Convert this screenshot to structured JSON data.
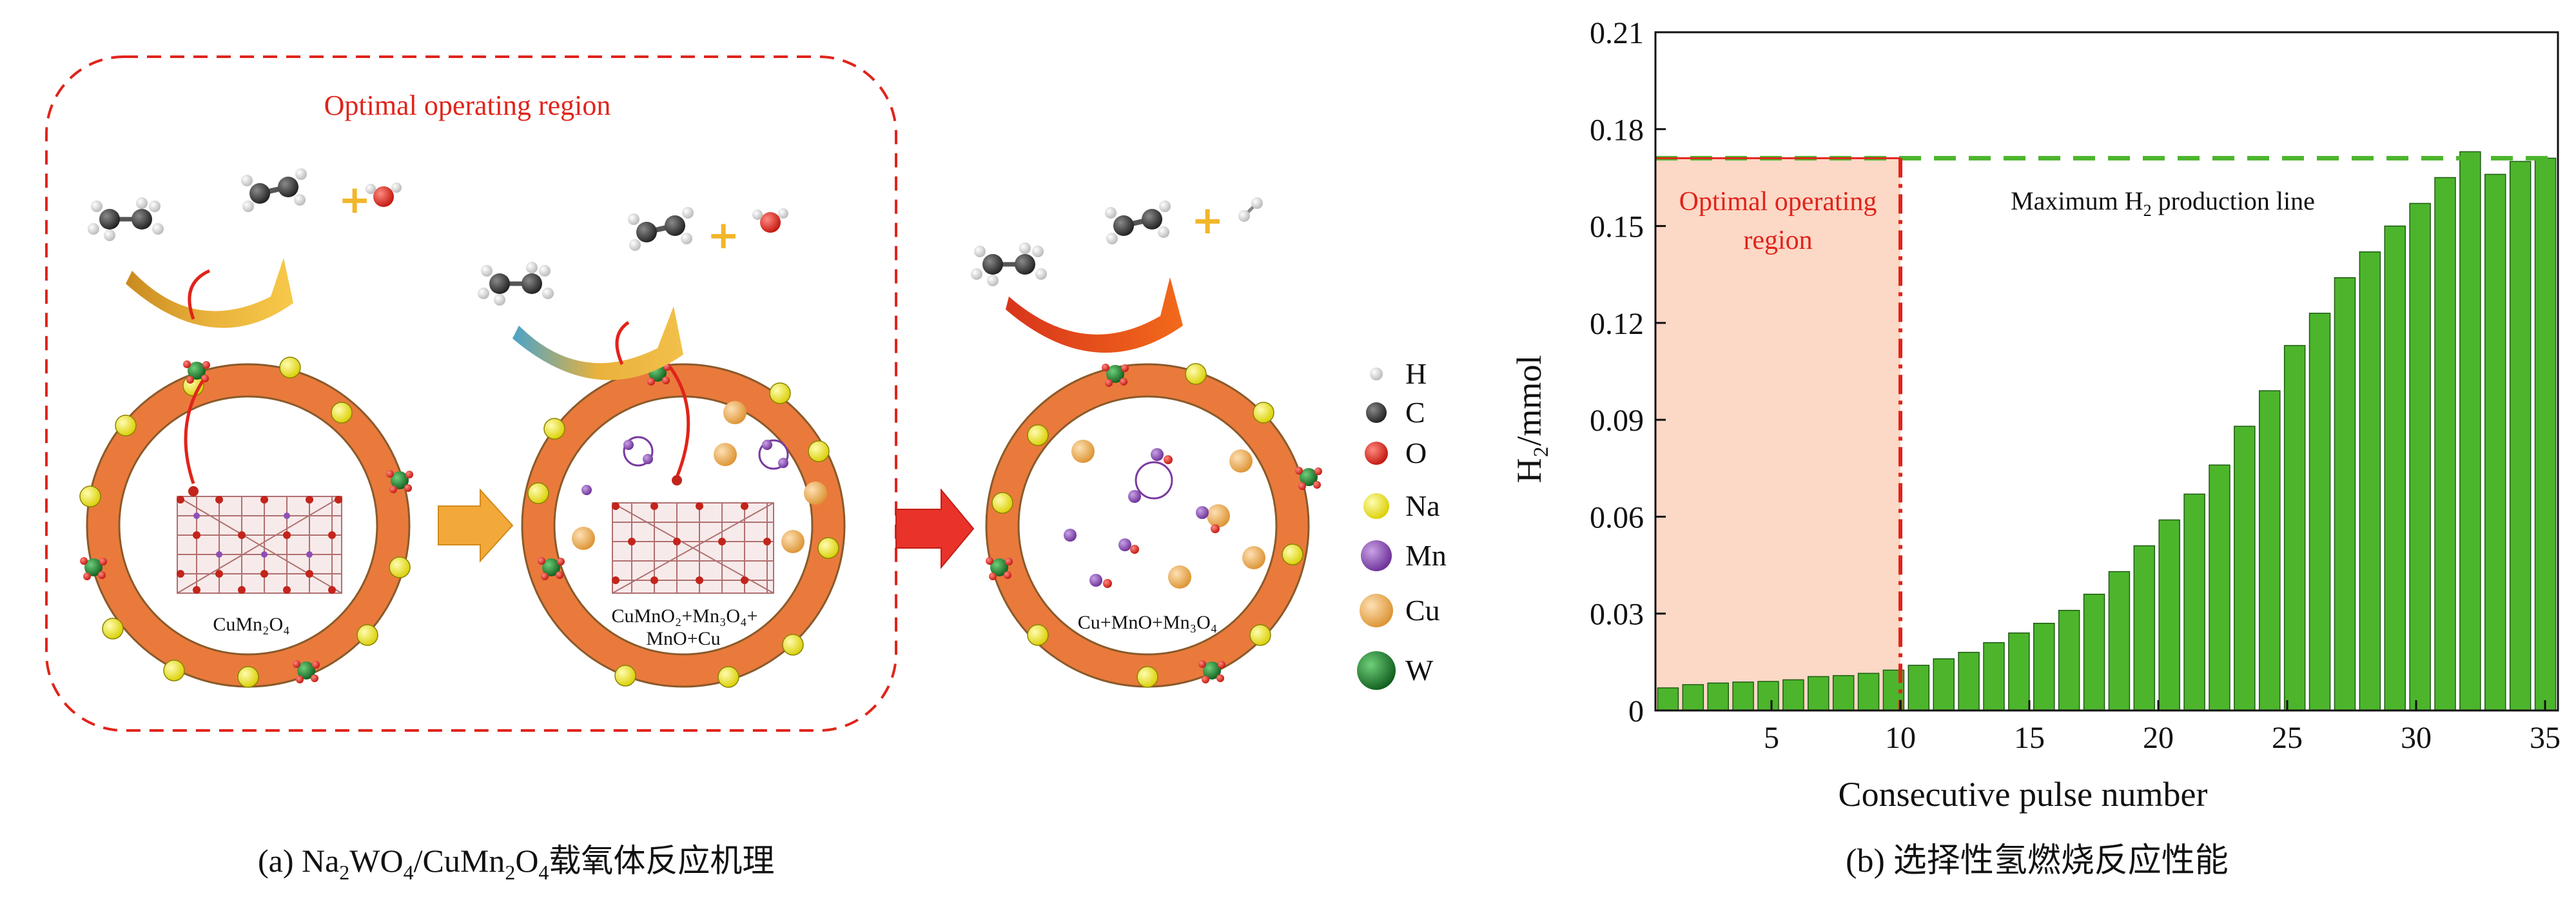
{
  "panel_a": {
    "region_label": "Optimal operating region",
    "ring_labels": {
      "r1": "CuMn₂O₄",
      "r2_line1": "CuMnO₂+Mn₃O₄+",
      "r2_line2": "MnO+Cu",
      "r3": "Cu+MnO+Mn₃O₄"
    },
    "legend": [
      {
        "label": "H",
        "color": "#d9d9d9"
      },
      {
        "label": "C",
        "color": "#3a3a3a"
      },
      {
        "label": "O",
        "color": "#e0241b"
      },
      {
        "label": "Na",
        "color": "#f2ec17"
      },
      {
        "label": "Mn",
        "color": "#8e4fb7"
      },
      {
        "label": "Cu",
        "color": "#f2b35a"
      },
      {
        "label": "W",
        "color": "#1f8a2e"
      }
    ],
    "caption_prefix": "(a) Na",
    "caption_mid1": "WO",
    "caption_mid2": "/CuMn",
    "caption_mid3": "O",
    "caption_suffix": "载氧体反应机理",
    "sub2": "2",
    "sub4": "4"
  },
  "panel_b": {
    "caption": "(b) 选择性氢燃烧反应性能",
    "region_line1": "Optimal operating",
    "region_line2": "region",
    "max_line_label_pre": "Maximum H",
    "max_line_label_sub": "2",
    "max_line_label_post": " production line"
  },
  "chart_data": {
    "type": "bar",
    "xlabel": "Consecutive pulse number",
    "ylabel": "H₂/mmol",
    "x": [
      1,
      2,
      3,
      4,
      5,
      6,
      7,
      8,
      9,
      10,
      11,
      12,
      13,
      14,
      15,
      16,
      17,
      18,
      19,
      20,
      21,
      22,
      23,
      24,
      25,
      26,
      27,
      28,
      29,
      30,
      31,
      32,
      33,
      34,
      35
    ],
    "values": [
      0.007,
      0.008,
      0.0085,
      0.0088,
      0.009,
      0.0095,
      0.0105,
      0.0108,
      0.0115,
      0.0125,
      0.014,
      0.016,
      0.018,
      0.021,
      0.024,
      0.027,
      0.031,
      0.036,
      0.043,
      0.051,
      0.059,
      0.067,
      0.076,
      0.088,
      0.099,
      0.113,
      0.123,
      0.134,
      0.142,
      0.15,
      0.157,
      0.165,
      0.173,
      0.166,
      0.17,
      0.171
    ],
    "xticks": [
      5,
      10,
      15,
      20,
      25,
      30,
      35
    ],
    "yticks": [
      "0",
      "0.03",
      "0.06",
      "0.09",
      "0.12",
      "0.15",
      "0.18",
      "0.21"
    ],
    "ylim": [
      0,
      0.21
    ],
    "xlim": [
      0.5,
      35.5
    ],
    "max_line_value": 0.171,
    "optimal_region_end": 10,
    "bar_color": "#4cb52c",
    "region_color": "#fcd8c6",
    "max_line_color": "#4cb52c",
    "region_border_color": "#e0241b"
  }
}
